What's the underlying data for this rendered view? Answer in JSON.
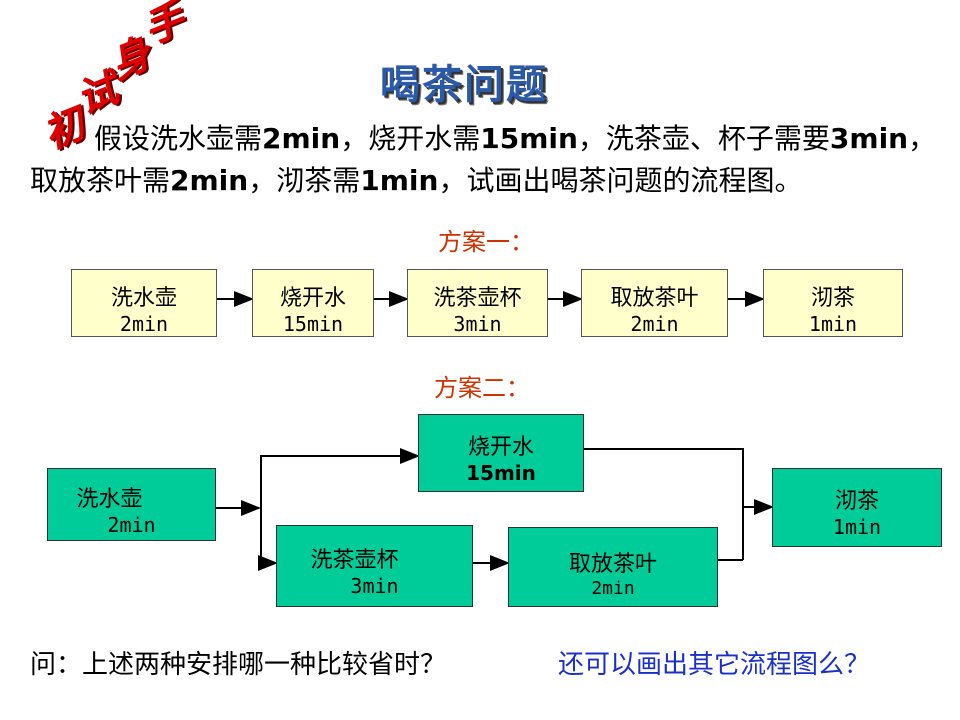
{
  "stamp": {
    "chars": [
      "初",
      "试",
      "身",
      "手"
    ]
  },
  "title": "喝茶问题",
  "problem": {
    "parts": [
      {
        "text": "假设洗水壶需",
        "bold": false
      },
      {
        "text": "2min",
        "bold": true
      },
      {
        "text": "，烧开水需",
        "bold": false
      },
      {
        "text": "15min",
        "bold": true
      },
      {
        "text": "，洗茶壶、杯子需要",
        "bold": false
      },
      {
        "text": "3min",
        "bold": true
      },
      {
        "text": "，取放茶叶需",
        "bold": false
      },
      {
        "text": "2min",
        "bold": true
      },
      {
        "text": "，沏茶需",
        "bold": false
      },
      {
        "text": "1min",
        "bold": true
      },
      {
        "text": "，试画出喝茶问题的流程图。",
        "bold": false
      }
    ]
  },
  "plan1": {
    "label": "方案一：",
    "steps": [
      {
        "name": "洗水壶",
        "time": "2min"
      },
      {
        "name": "烧开水",
        "time": "15min"
      },
      {
        "name": "洗茶壶杯",
        "time": "3min"
      },
      {
        "name": "取放茶叶",
        "time": "2min"
      },
      {
        "name": "沏茶",
        "time": "1min"
      }
    ]
  },
  "plan2": {
    "label": "方案二：",
    "wash_kettle": {
      "name": "洗水壶",
      "time": "2min"
    },
    "boil": {
      "name": "烧开水",
      "time": "15min"
    },
    "wash_cups": {
      "name": "洗茶壶杯",
      "time": "3min"
    },
    "tea_leaves": {
      "name": "取放茶叶",
      "time": "2min"
    },
    "brew": {
      "name": "沏茶",
      "time": "1min"
    }
  },
  "question": "问：上述两种安排哪一种比较省时？",
  "hint": "还可以画出其它流程图么？",
  "colors": {
    "title": "#2a5aa8",
    "plan_label": "#cc3300",
    "plan1_box": "#ffffcc",
    "plan2_box": "#00cc99",
    "hint": "#1a30c8",
    "stamp": "#e00000"
  }
}
